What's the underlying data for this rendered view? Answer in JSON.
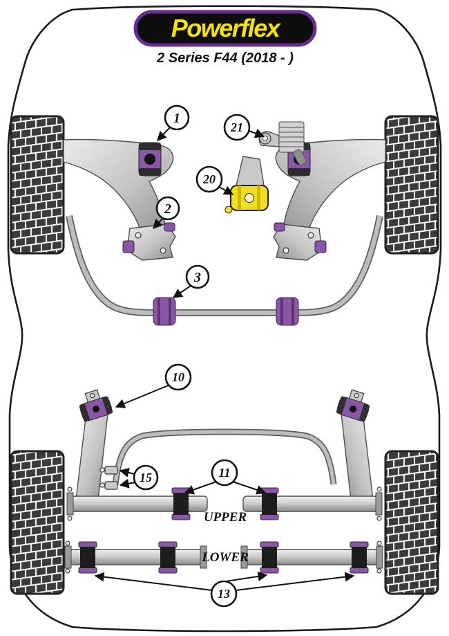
{
  "header": {
    "brand": "Powerflex",
    "model": "2 Series F44 (2018 - )"
  },
  "labels": {
    "upper": "UPPER",
    "lower": "LOWER"
  },
  "callouts": {
    "n1": "1",
    "n2": "2",
    "n3": "3",
    "n10": "10",
    "n11": "11",
    "n13": "13",
    "n15": "15",
    "n20": "20",
    "n21": "21"
  },
  "colors": {
    "bush_purple": "#8a57a7",
    "bush_purple_dark": "#5d3376",
    "mount_yellow": "#f2de1e",
    "logo_purple": "#6a2c91",
    "logo_yellow": "#f7e400",
    "tire_dark": "#3b3b3b",
    "metal_gray": "#bfbfbf"
  }
}
